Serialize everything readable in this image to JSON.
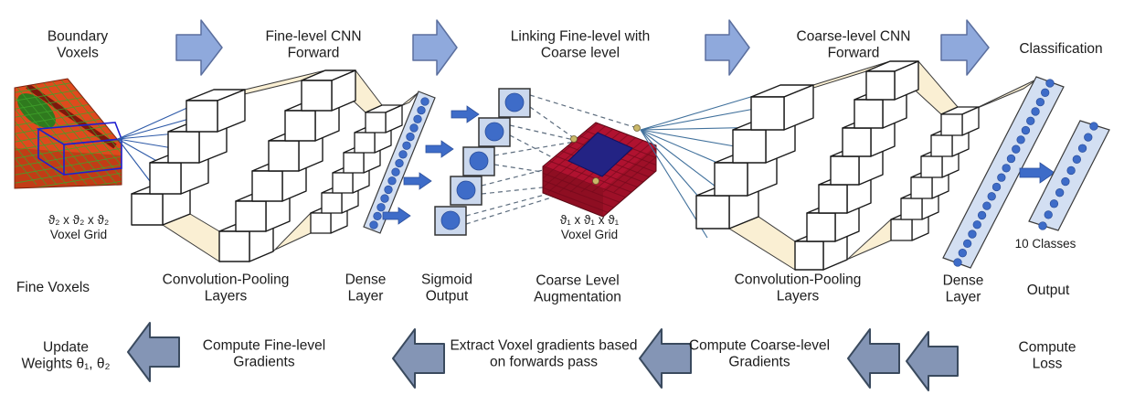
{
  "top_flow": {
    "boundary_voxels": "Boundary\nVoxels",
    "fine_cnn_forward": "Fine-level CNN\nForward",
    "linking": "Linking Fine-level with\nCoarse level",
    "coarse_cnn_forward": "Coarse-level CNN\nForward",
    "classification": "Classification"
  },
  "pipeline_labels": {
    "fine_grid_dims": "ϑ₂ x ϑ₂ x ϑ₂\nVoxel Grid",
    "fine_voxels": "Fine Voxels",
    "conv_pool_left": "Convolution-Pooling\nLayers",
    "dense_left": "Dense\nLayer",
    "sigmoid_output": "Sigmoid\nOutput",
    "coarse_augmentation": "Coarse Level\nAugmentation",
    "coarse_grid_dims": "ϑ₁ x ϑ₁ x ϑ₁\nVoxel Grid",
    "conv_pool_right": "Convolution-Pooling\nLayers",
    "dense_right": "Dense\nLayer",
    "output": "Output",
    "ten_classes": "10 Classes"
  },
  "backward_flow": {
    "update_weights": "Update\nWeights θ₁, θ₂",
    "compute_fine_gradients": "Compute Fine-level\nGradients",
    "extract_voxel_gradients": "Extract Voxel gradients based\non forwards pass",
    "compute_coarse_gradients": "Compute Coarse-level\nGradients",
    "compute_loss": "Compute\nLoss"
  },
  "colors": {
    "forward_arrow": "#8FA9DC",
    "backward_arrow": "#8495B5",
    "connector_cream": "#FAEFD3",
    "dense_layer_fill": "#D3DFF2",
    "node_dot": "#3E6CC8",
    "fine_voxel_red": "#DF4A1D",
    "grid_green": "#3FA32A",
    "coarse_voxel_red": "#B01230",
    "coarse_voxel_core": "#232384"
  }
}
